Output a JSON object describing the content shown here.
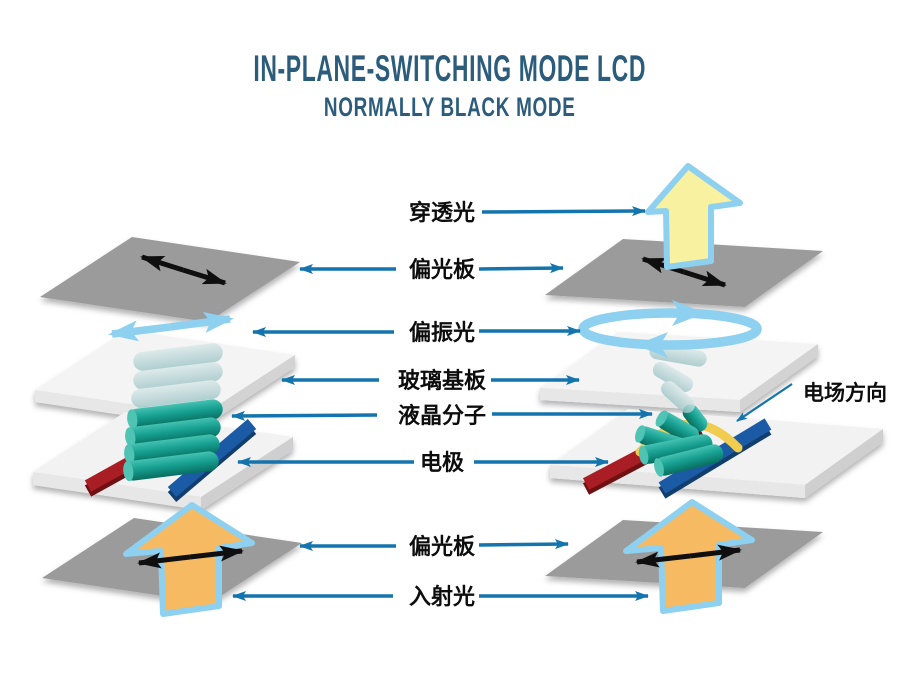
{
  "title": {
    "main": "IN-PLANE-SWITCHING MODE LCD",
    "subtitle": "NORMALLY BLACK MODE"
  },
  "labels": {
    "transmitted_light": "穿透光",
    "polarizer_top": "偏光板",
    "polarized_light": "偏振光",
    "glass_substrate": "玻璃基板",
    "lc_molecules": "液晶分子",
    "electrode": "电极",
    "polarizer_bottom": "偏光板",
    "incident_light": "入射光",
    "efield_direction": "电场方向"
  },
  "colors": {
    "title_blue": "#2c5c7c",
    "pointer_blue": "#1474ad",
    "sky_blue": "#8ed0f0",
    "lc_teal": "#17a091",
    "electrode_red": "#a81e24",
    "electrode_blue": "#1b5ba5",
    "incident_orange": "#f6ba63",
    "transmitted_yellow": "#f8f1a0",
    "efield_arc_yellow": "#f0cd4e",
    "plate_gray": "#9b9b9b",
    "glass_white": "#f4f4f4",
    "axis_black": "#0f0f0f"
  }
}
